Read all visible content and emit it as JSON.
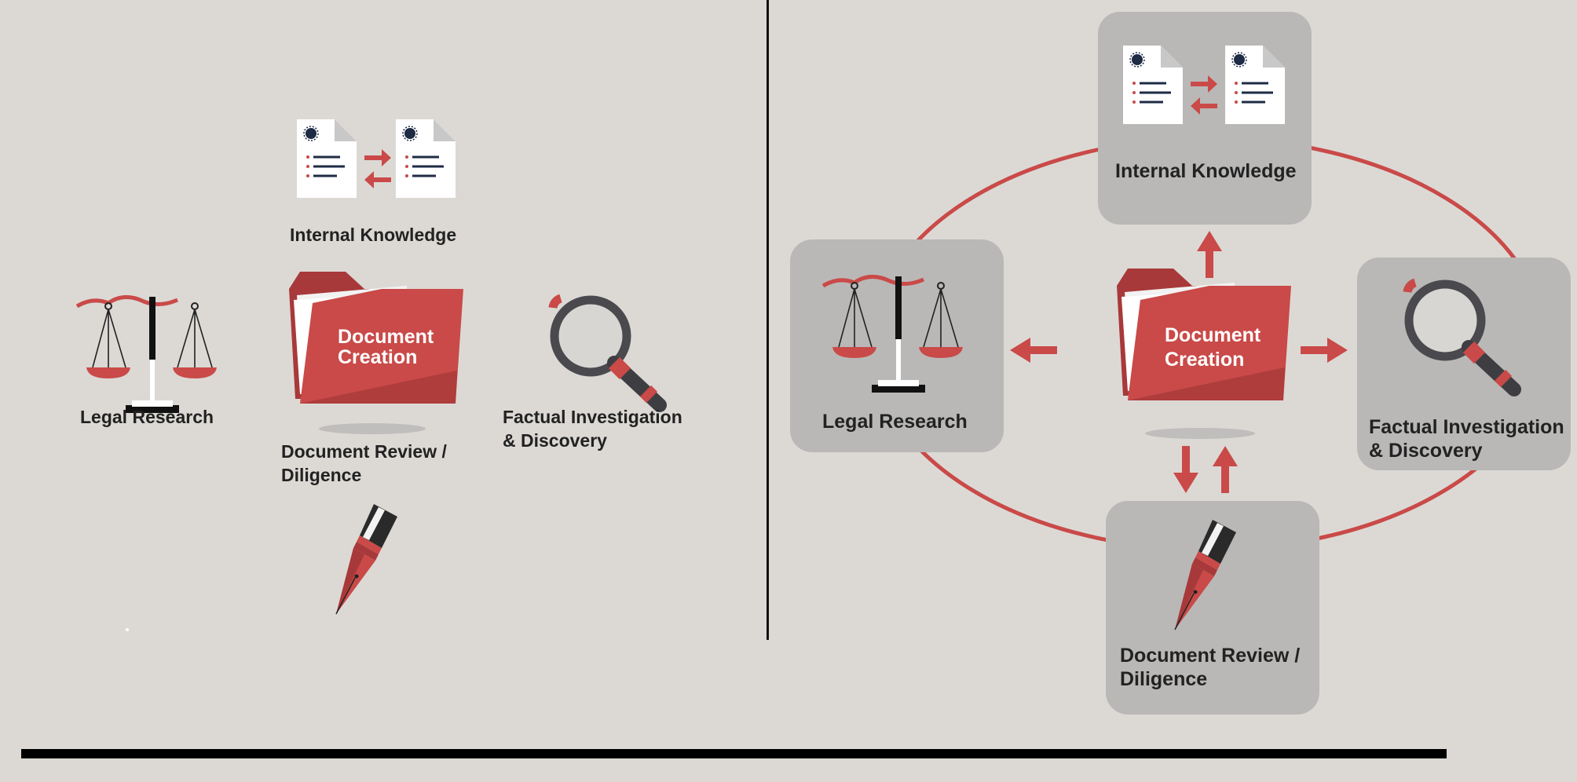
{
  "left_panel": {
    "internal_knowledge": "Internal Knowledge",
    "legal_research": "Legal Research",
    "document_creation_line1": "Document",
    "document_creation_line2": "Creation",
    "factual_line1": "Factual Investigation",
    "factual_line2": "& Discovery",
    "doc_review_line1": "Document Review /",
    "doc_review_line2": "Diligence"
  },
  "right_panel": {
    "internal_knowledge": "Internal Knowledge",
    "legal_research": "Legal Research",
    "document_creation_line1": "Document",
    "document_creation_line2": "Creation",
    "factual_line1": "Factual Investigation",
    "factual_line2": "& Discovery",
    "doc_review_line1": "Document Review /",
    "doc_review_line2": "Diligence"
  },
  "colors": {
    "background": "#dcd9d5",
    "accent_red": "#c94a48",
    "dark_red": "#a8393a",
    "card_grey": "#b9b8b7",
    "text": "#222222",
    "divider": "#111111"
  }
}
